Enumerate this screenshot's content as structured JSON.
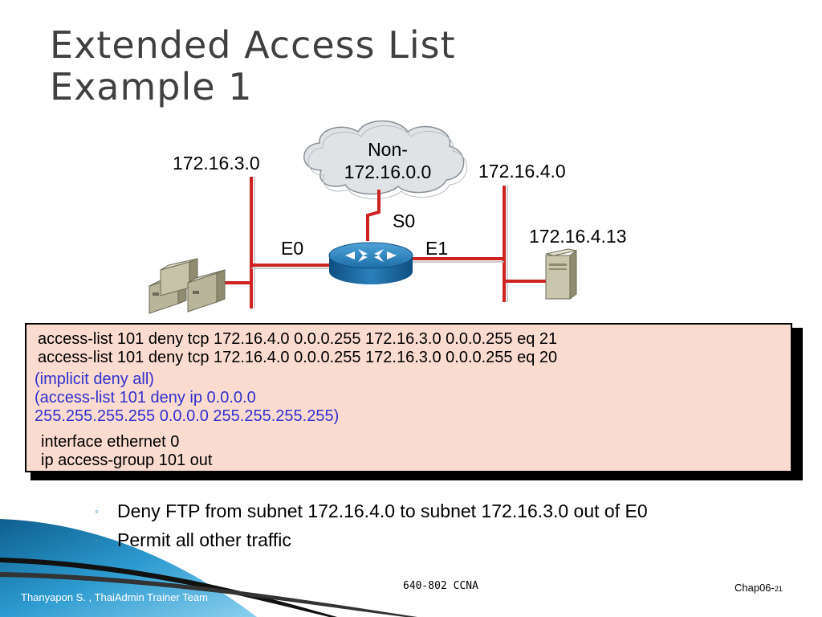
{
  "title": {
    "line1": "Extended Access List",
    "line2": "Example 1"
  },
  "diagram": {
    "left_subnet": "172.16.3.0",
    "right_subnet": "172.16.4.0",
    "cloud_line1": "Non-",
    "cloud_line2": "172.16.0.0",
    "serial_interface": "S0",
    "left_interface": "E0",
    "right_interface": "E1",
    "server_address": "172.16.4.13"
  },
  "code": {
    "lines": [
      "access-list 101 deny tcp 172.16.4.0 0.0.0.255 172.16.3.0 0.0.0.255 eq 21",
      "access-list 101 deny tcp 172.16.4.0 0.0.0.255 172.16.3.0 0.0.0.255 eq 20"
    ],
    "implicit_lines": [
      "(implicit deny all)",
      "(access-list 101 deny ip 0.0.0.0",
      "255.255.255.255 0.0.0.0 255.255.255.255)"
    ],
    "interface_lines": [
      "interface ethernet 0",
      "ip access-group 101 out"
    ]
  },
  "bullets": [
    "Deny FTP from subnet 172.16.4.0 to subnet 172.16.3.0 out of E0",
    "Permit all other traffic"
  ],
  "bullet_marker": "◦",
  "footer": {
    "author": "Thanyapon S. , ThaiAdmin Trainer Team",
    "course": "640-802 CCNA",
    "chapter": "Chap06-",
    "page": "21"
  },
  "colors": {
    "link_red": "#cc2222",
    "code_background": "#fadbd0",
    "implicit_text": "#3030cc",
    "swoosh_blue": "#1f7fb0"
  }
}
